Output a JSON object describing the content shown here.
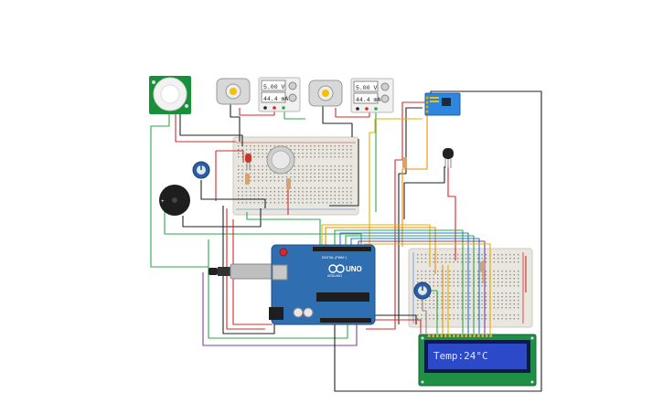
{
  "colors": {
    "background": "#ffffff",
    "breadboard": "#e9e6e0",
    "arduino_blue": "#2f6eb0",
    "pir_green": "#1a8f3a",
    "esp_blue": "#2e86de",
    "lcd_blue": "#2b49c9",
    "lcd_pcb": "#1e8f45",
    "wire_red": "#d62828",
    "wire_black": "#222222",
    "wire_green": "#2aa84a",
    "wire_yellow": "#e0b000",
    "wire_orange": "#f08c00",
    "wire_blue": "#2a74d0",
    "wire_purple": "#7b3fa0",
    "wire_gray": "#8a8a8a"
  },
  "power_supply_1": {
    "voltage": "5.00 V",
    "current": "44.4 mA"
  },
  "power_supply_2": {
    "voltage": "5.00 V",
    "current": "44.4 mA"
  },
  "arduino": {
    "brand": "UNO",
    "sub": "ARDUINO",
    "digital_label": "DIGITAL (PWM~)"
  },
  "lcd": {
    "text": "Temp:24°C"
  },
  "components": {
    "pir": "pir-sensor-icon",
    "motor": "dc-motor-icon",
    "gas": "gas-sensor-icon",
    "buzzer": "piezo-buzzer-icon",
    "pot": "potentiometer-icon",
    "wifi": "esp8266-module-icon",
    "temp": "temperature-sensor-icon",
    "led": "led-icon"
  }
}
